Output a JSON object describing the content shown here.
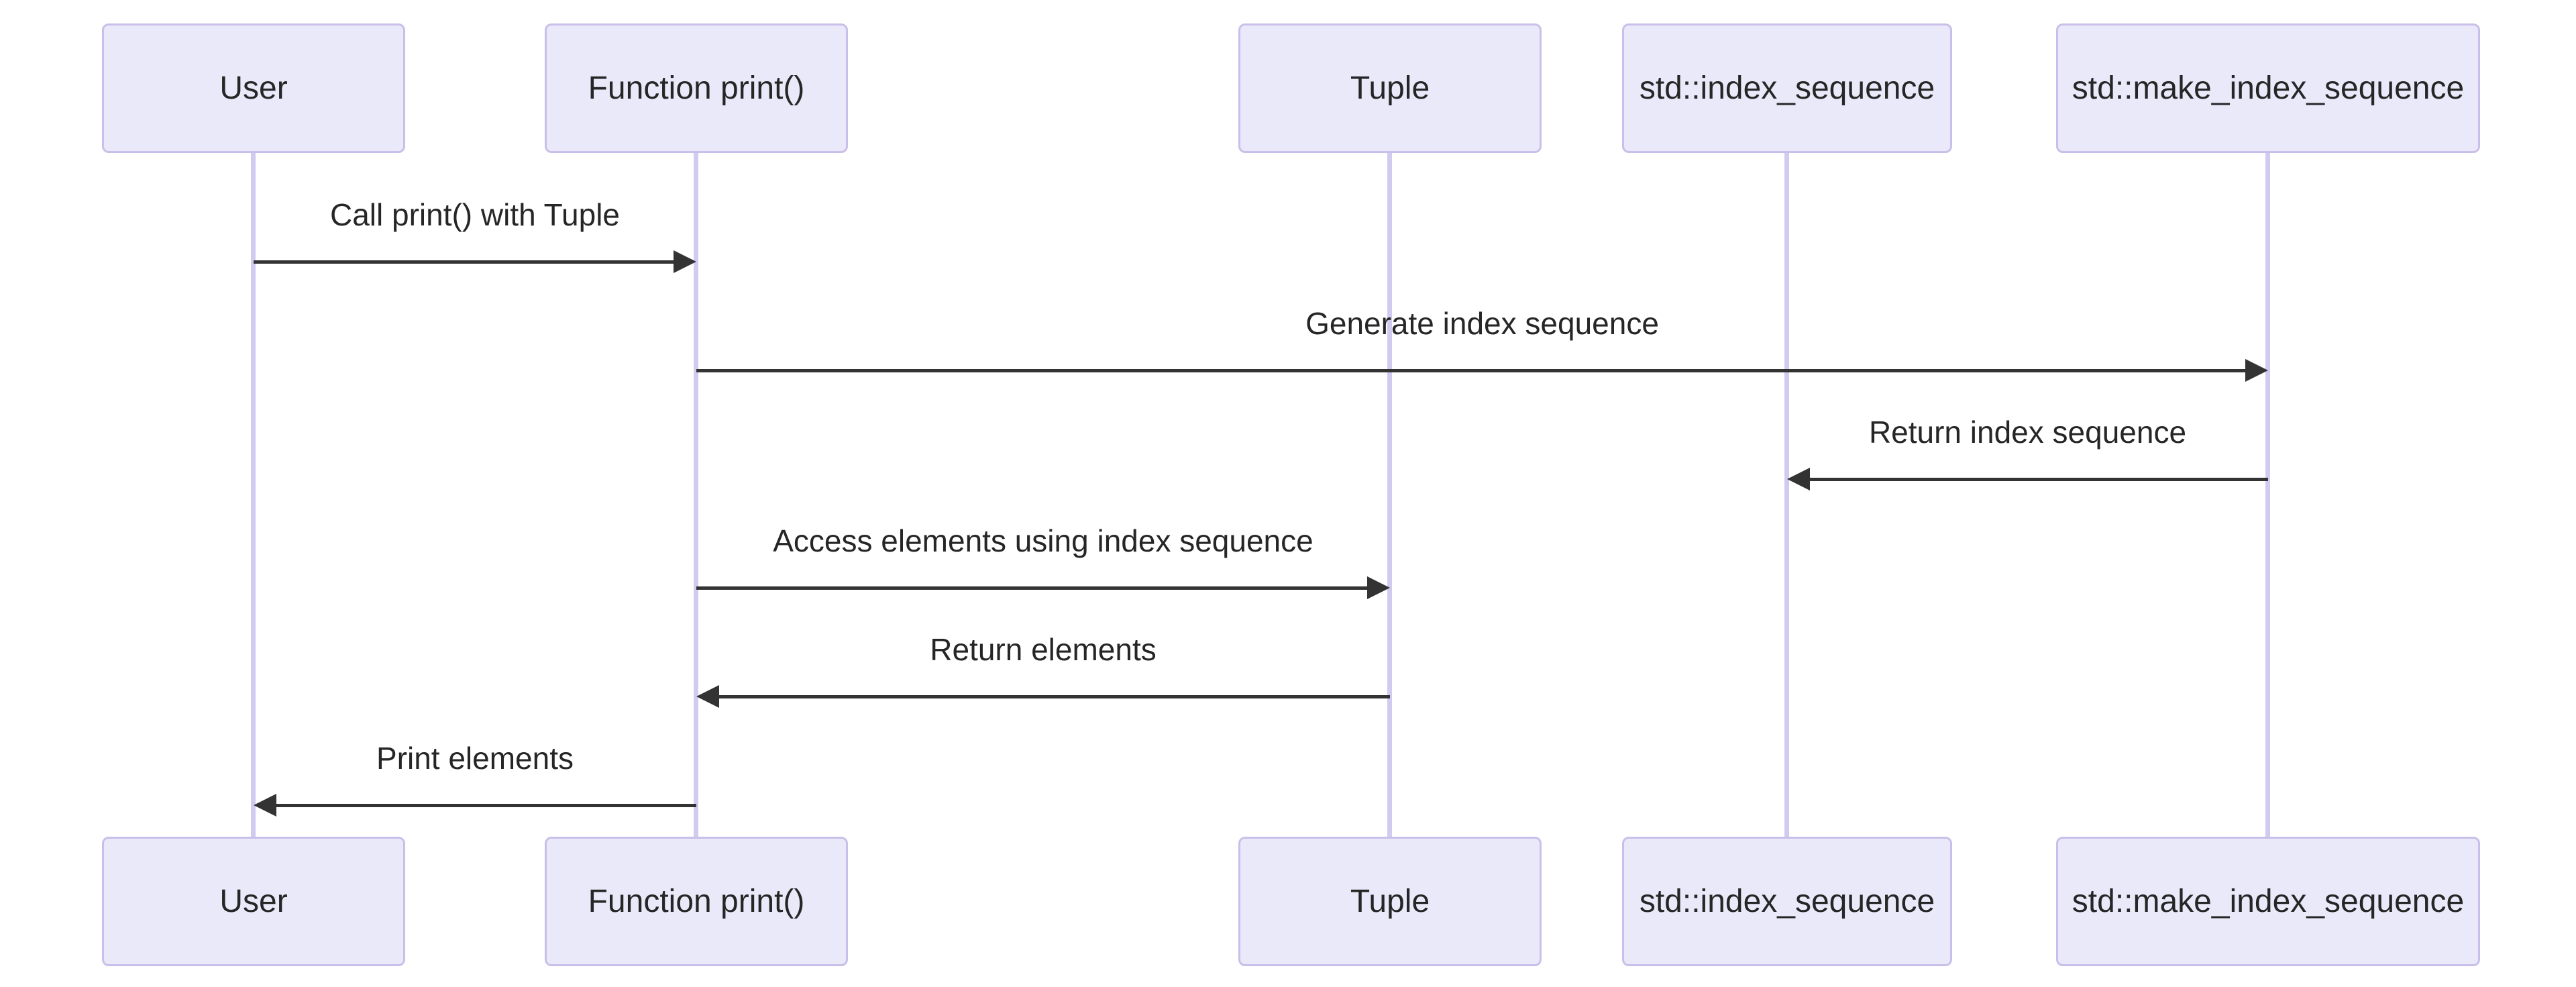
{
  "diagram": {
    "type": "sequence-diagram",
    "background_color": "#ffffff",
    "actor_fill_color": "#EAE9FA",
    "actor_border_color": "#C9BFE9",
    "lifeline_color": "#D2CBF0",
    "arrow_color": "#333333",
    "text_color": "#262626",
    "actors": [
      {
        "label": "User"
      },
      {
        "label": "Function print()"
      },
      {
        "label": "Tuple"
      },
      {
        "label": "std::index_sequence"
      },
      {
        "label": "std::make_index_sequence"
      }
    ],
    "messages": [
      {
        "label": "Call print() with Tuple",
        "from": "User",
        "to": "Function print()",
        "direction": "right",
        "arrow_style": "solid-filled-head"
      },
      {
        "label": "Generate index sequence",
        "from": "Function print()",
        "to": "std::make_index_sequence",
        "direction": "right",
        "arrow_style": "solid-filled-head"
      },
      {
        "label": "Return index sequence",
        "from": "std::make_index_sequence",
        "to": "std::index_sequence",
        "direction": "left",
        "arrow_style": "solid-filled-head"
      },
      {
        "label": "Access elements using index sequence",
        "from": "Function print()",
        "to": "Tuple",
        "direction": "right",
        "arrow_style": "solid-filled-head"
      },
      {
        "label": "Return elements",
        "from": "Tuple",
        "to": "Function print()",
        "direction": "left",
        "arrow_style": "solid-filled-head"
      },
      {
        "label": "Print elements",
        "from": "Function print()",
        "to": "User",
        "direction": "left",
        "arrow_style": "solid-filled-head"
      }
    ]
  }
}
